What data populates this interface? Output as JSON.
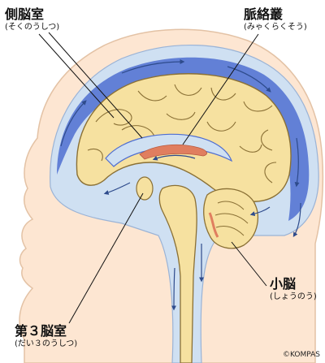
{
  "labels": {
    "lateral": {
      "main": "側脳室",
      "kana": "(そくのうしつ)"
    },
    "plexus": {
      "main": "脈絡叢",
      "kana": "(みゃくらくそう)"
    },
    "cerebellum": {
      "main": "小脳",
      "kana": "(しょうのう)"
    },
    "third": {
      "main": "第３脳室",
      "kana": "(だい３のうしつ)"
    }
  },
  "copyright": "©KOMPAS",
  "colors": {
    "skin": "#fde6d2",
    "skin_outline": "#e3c2a5",
    "csf": "#cfe0f2",
    "ventricle": "#4f6ed1",
    "brain": "#f6e1a0",
    "brain_outline": "#8a7035",
    "plexus": "#e07e5f",
    "arrow": "#2e4b8c"
  }
}
